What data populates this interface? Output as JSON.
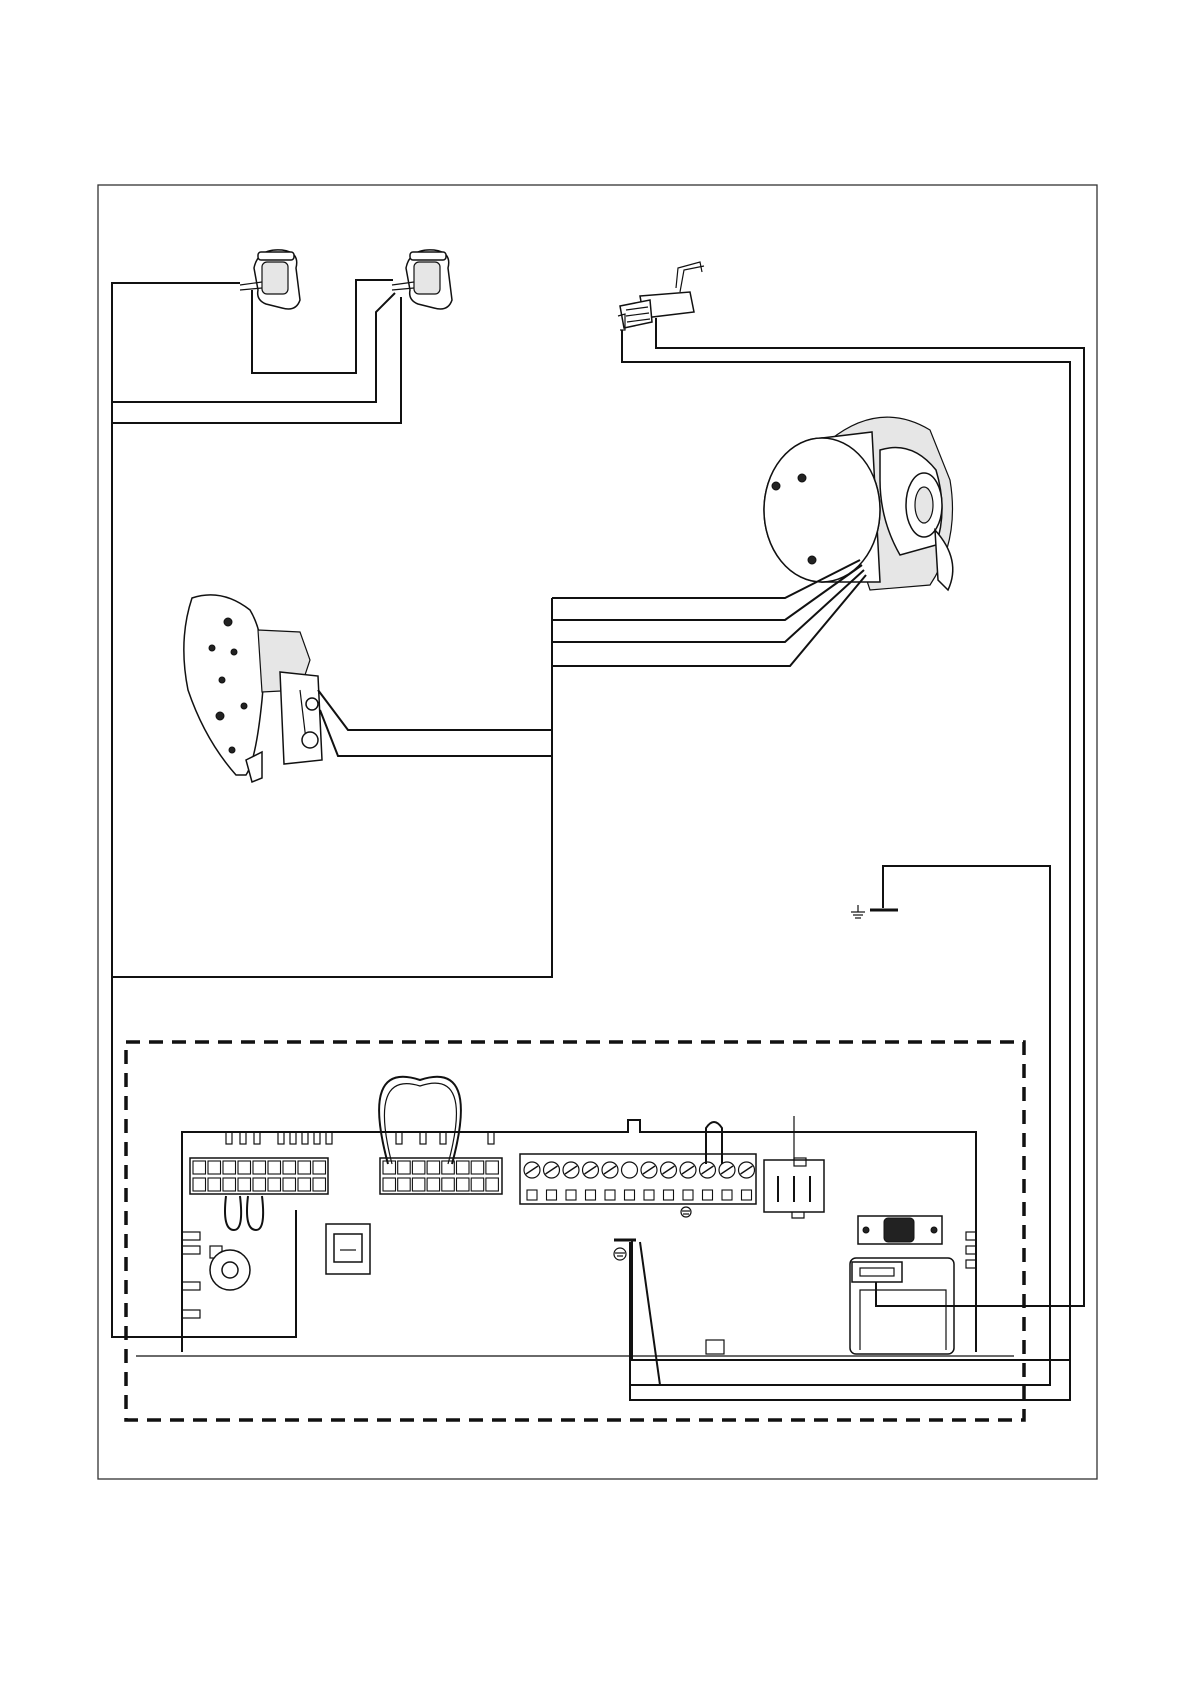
{
  "diagram": {
    "kind": "wiring-diagram",
    "components": [
      {
        "id": "flow-sensor-left",
        "icon": "temperature-sensor-icon"
      },
      {
        "id": "flow-sensor-right",
        "icon": "temperature-sensor-icon"
      },
      {
        "id": "ignition-electrode",
        "icon": "electrode-icon"
      },
      {
        "id": "fan",
        "icon": "fan-motor-icon"
      },
      {
        "id": "gas-valve",
        "icon": "gas-valve-icon"
      },
      {
        "id": "earth-terminal",
        "icon": "earth-symbol-icon"
      },
      {
        "id": "control-pcb",
        "icon": "circuit-board-icon"
      }
    ],
    "symbols": {
      "earth": "⏚"
    }
  }
}
